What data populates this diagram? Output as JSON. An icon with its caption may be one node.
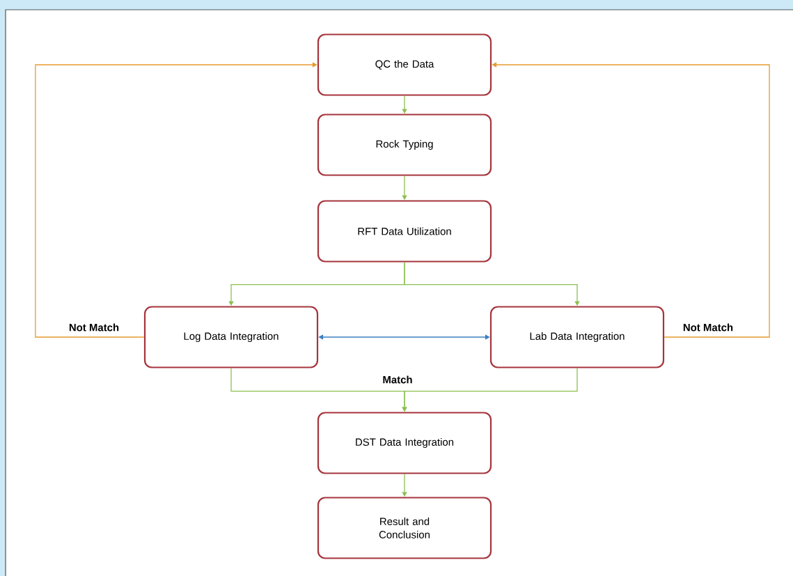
{
  "diagram": {
    "nodes": [
      {
        "text": [
          "QC the Data"
        ]
      },
      {
        "text": [
          "Rock Typing"
        ]
      },
      {
        "text": [
          "RFT Data Utilization"
        ]
      },
      {
        "text": [
          "Log Data Integration"
        ]
      },
      {
        "text": [
          "Lab Data Integration"
        ]
      },
      {
        "text": [
          "DST Data Integration"
        ]
      },
      {
        "text": [
          "Result and Conclusion"
        ]
      }
    ],
    "edges": [
      {
        "from": 0,
        "to": 1,
        "arrow": "to"
      },
      {
        "from": 1,
        "to": 2,
        "arrow": "to"
      },
      {
        "from": 2,
        "to": 3,
        "arrow": "to"
      },
      {
        "from": 2,
        "to": 4,
        "arrow": "to"
      },
      {
        "from": 3,
        "to": 4,
        "arrow": "both",
        "color": "#3a7fc1"
      },
      {
        "from": 3,
        "to": 5,
        "arrow": "to",
        "label": "Match"
      },
      {
        "from": 4,
        "to": 5,
        "arrow": "to"
      },
      {
        "from": 5,
        "to": 6,
        "arrow": "to"
      },
      {
        "from": 3,
        "to": 0,
        "arrow": "to",
        "label": "Not Match",
        "color": "#e69a2e"
      },
      {
        "from": 4,
        "to": 0,
        "arrow": "to",
        "label": "Not Match",
        "color": "#e69a2e"
      }
    ]
  }
}
